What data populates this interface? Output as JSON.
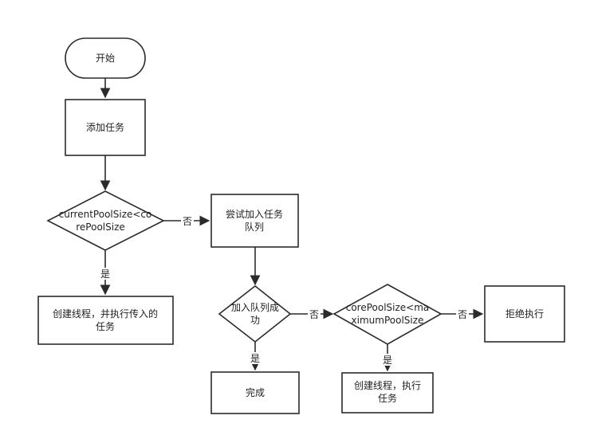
{
  "nodes": {
    "start": {
      "lines": [
        "开始"
      ]
    },
    "add_task": {
      "lines": [
        "添加任务"
      ]
    },
    "check_core": {
      "lines": [
        "currentPoolSize<co",
        "rePoolSize"
      ]
    },
    "create_thread_core": {
      "lines": [
        "创建线程，并执行传入的",
        "任务"
      ]
    },
    "try_enqueue": {
      "lines": [
        "尝试加入任务",
        "队列"
      ]
    },
    "enqueue_ok": {
      "lines": [
        "加入队列成",
        "功"
      ]
    },
    "done": {
      "lines": [
        "完成"
      ]
    },
    "check_max": {
      "lines": [
        "corePoolSize<ma",
        "ximumPoolSize"
      ]
    },
    "create_thread_max": {
      "lines": [
        "创建线程，执行",
        "任务"
      ]
    },
    "reject": {
      "lines": [
        "拒绝执行"
      ]
    }
  },
  "edges": {
    "yes_1": "是",
    "no_1": "否",
    "yes_2": "是",
    "no_2": "否",
    "yes_3": "是",
    "no_3": "否"
  }
}
